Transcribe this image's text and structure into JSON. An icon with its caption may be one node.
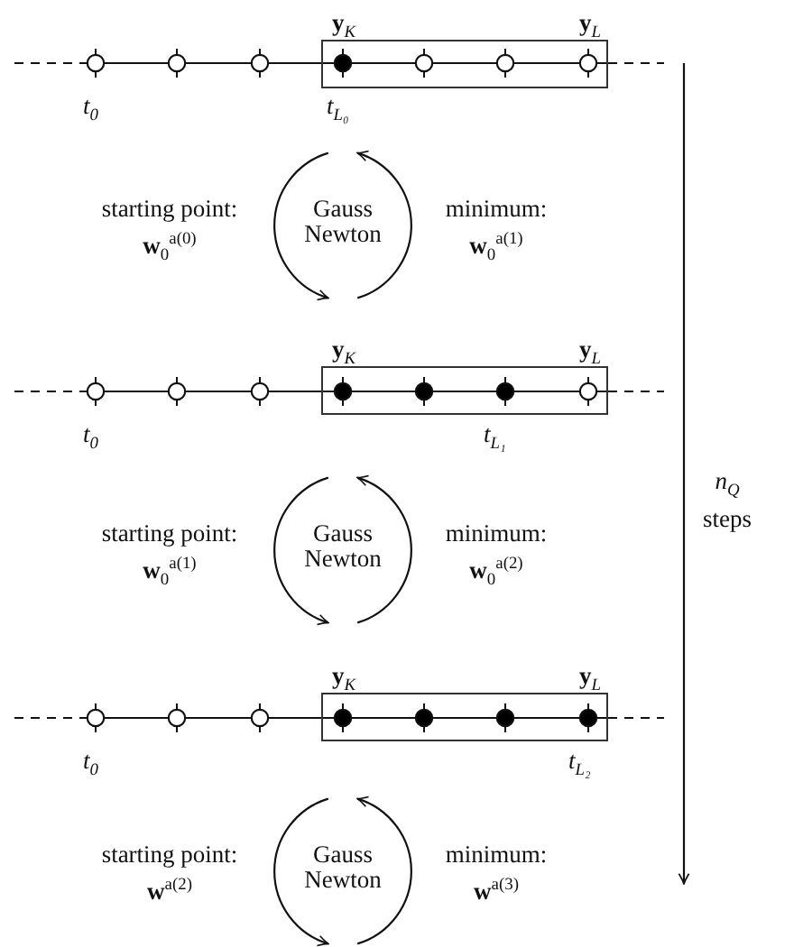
{
  "diagram": {
    "nodes": [
      {
        "text": [
          "**y**$_{K}$",
          "**y**$_{L}$"
        ]
      },
      {
        "text": [
          "Gauss Newton"
        ],
        "beside": [
          "starting point: **w**$_{0}$$^{a(0)}$",
          "minimum: **w**$_{0}$$^{a(1)}$"
        ]
      },
      {
        "text": [
          "**y**$_{K}$",
          "**y**$_{L}$"
        ]
      },
      {
        "text": [
          "Gauss Newton"
        ],
        "beside": [
          "starting point: **w**$_{0}$$^{a(1)}$",
          "minimum: **w**$_{0}$$^{a(2)}$"
        ]
      },
      {
        "text": [
          "**y**$_{K}$",
          "**y**$_{L}$"
        ]
      },
      {
        "text": [
          "Gauss Newton"
        ],
        "beside": [
          "starting point: **w**$^{a(2)}$",
          "minimum: **w**$^{a(3)}$"
        ]
      }
    ],
    "labels": [
      "*t*$_{0}$",
      "*t*$_{L₀}$",
      "*t*$_{0}$",
      "*t*$_{L₁}$",
      "*n*$_{Q}$ steps",
      "*t*$_{0}$",
      "*t*$_{L₂}$"
    ]
  }
}
